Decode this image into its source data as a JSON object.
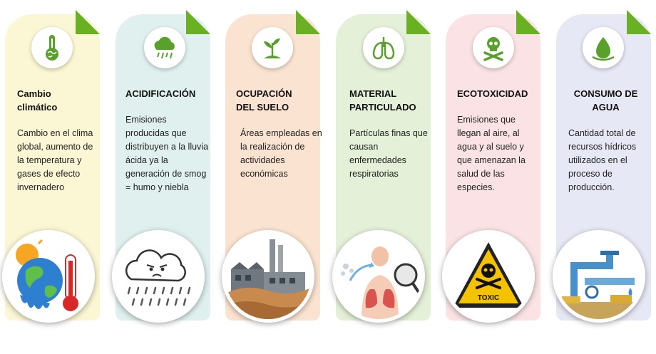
{
  "cards": [
    {
      "title": "Cambio climático",
      "description": "Cambio en el clima global, aumento de la temperatura y gases de efecto invernadero",
      "bg": "#fbf6d3"
    },
    {
      "title": "ACIDIFICACIÓN",
      "description": "Emisiones producidas que distribuyen a la lluvia ácida ya la generación de smog = humo y niebla",
      "bg": "#dff0ee"
    },
    {
      "title": "OCUPACIÓN DEL SUELO",
      "description": "Áreas empleadas en la realización de actividades económicas",
      "bg": "#fbe3d1"
    },
    {
      "title": "MATERIAL PARTICULADO",
      "description": "Partículas finas que causan enfermedades respiratorias",
      "bg": "#e5f0d8"
    },
    {
      "title": "ECOTOXICIDAD",
      "description": "Emisiones que llegan al aire, al agua y al suelo y que amenazan la salud de las especies.",
      "bg": "#fbe3e5"
    },
    {
      "title": "CONSUMO DE AGUA",
      "description": "Cantidad total de recursos hídricos utilizados en el proceso de producción.",
      "bg": "#e7e8f5"
    }
  ],
  "toxic_sign_text": "TOXIC",
  "colors": {
    "accent_green": "#6ab023",
    "icon_green": "#5aa02c",
    "text": "#222222"
  }
}
